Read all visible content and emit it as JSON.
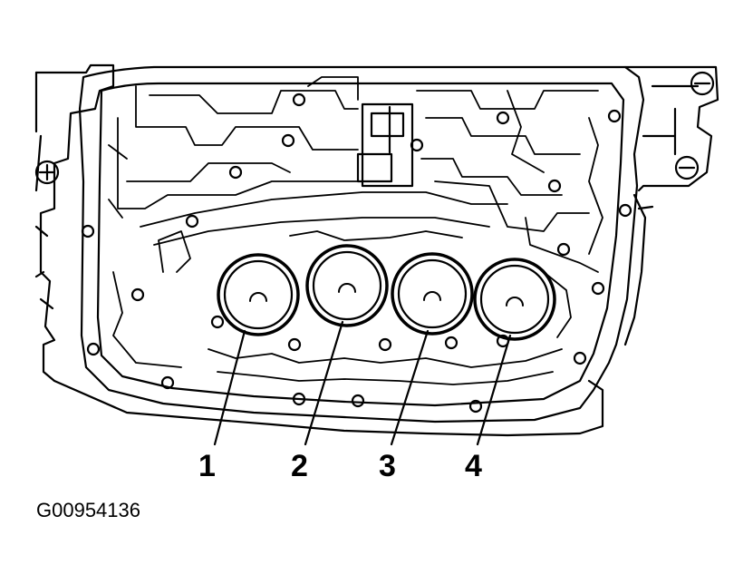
{
  "callouts": [
    {
      "label": "1"
    },
    {
      "label": "2"
    },
    {
      "label": "3"
    },
    {
      "label": "4"
    }
  ],
  "figure_id": "G00954136",
  "colors": {
    "ink": "#000000",
    "paper": "#ffffff"
  }
}
